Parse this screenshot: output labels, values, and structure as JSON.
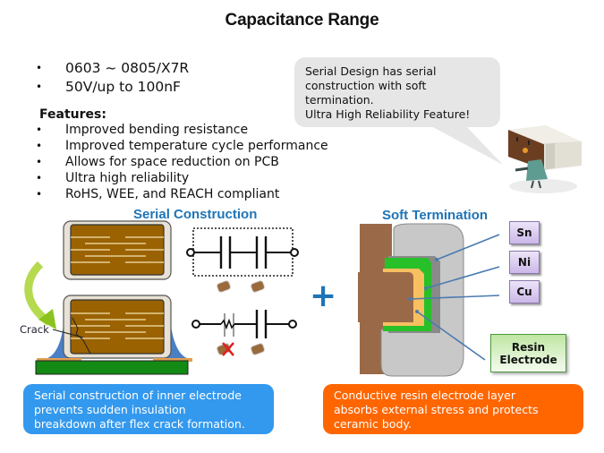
{
  "title": "Capacitance Range",
  "specs": [
    "0603 ~ 0805/X7R",
    "50V/up to 100nF"
  ],
  "features": {
    "heading": "Features:",
    "items": [
      "Improved bending resistance",
      "Improved temperature cycle performance",
      "Allows for space reduction on PCB",
      "Ultra high reliability",
      "RoHS, WEE, and REACH compliant"
    ]
  },
  "bubble": {
    "lines": [
      "Serial Design has serial",
      "construction with soft",
      "termination.",
      "Ultra High Reliability  Feature!"
    ]
  },
  "serial": {
    "title": "Serial Construction",
    "crack_label": "Crack",
    "caption": [
      "Serial construction of inner electrode",
      "prevents sudden  insulation",
      "breakdown after flex crack formation."
    ]
  },
  "plus_sign": "+",
  "soft": {
    "title": "Soft Termination",
    "layers": [
      "Sn",
      "Ni",
      "Cu"
    ],
    "resin": [
      "Resin",
      "Electrode"
    ],
    "caption": [
      "Conductive resin electrode layer",
      "absorbs external stress and protects",
      "ceramic body."
    ]
  },
  "colors": {
    "blue_caption": "#3399ee",
    "orange_caption": "#ff6600",
    "section_title": "#1f74b6",
    "ceramic": "#9a6200",
    "pcb": "#138a13"
  }
}
